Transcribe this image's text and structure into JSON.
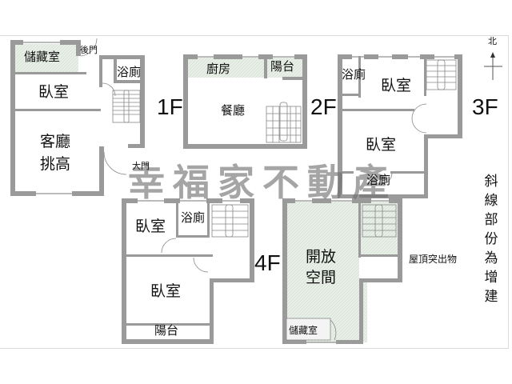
{
  "plan": {
    "watermark": "幸福家不動產",
    "north_label": "北",
    "legend_note": "斜線部份為增建",
    "floors": {
      "f1": {
        "label": "1F",
        "rooms": {
          "storage": "儲藏室",
          "back_door": "後門",
          "bathroom": "浴廁",
          "bedroom": "臥室",
          "living_line1": "客廳",
          "living_line2": "挑高",
          "main_door": "大門"
        }
      },
      "f2": {
        "label": "2F",
        "rooms": {
          "kitchen": "廚房",
          "balcony": "陽台",
          "dining": "餐廳"
        }
      },
      "f3": {
        "label": "3F",
        "rooms": {
          "bathroom_top": "浴廁",
          "bedroom_top": "臥室",
          "bedroom_main": "臥室",
          "bathroom_bottom": "浴廁"
        }
      },
      "f4": {
        "label": "4F",
        "rooms": {
          "bedroom_top": "臥室",
          "bathroom": "浴廁",
          "bedroom_main": "臥室",
          "balcony": "陽台"
        }
      },
      "roof": {
        "label": "屋頂突出物",
        "rooms": {
          "open_line1": "開放",
          "open_line2": "空間",
          "storage": "儲藏室"
        }
      }
    },
    "colors": {
      "wall": "#9a9a9a",
      "wall_dark": "#7f7f7f",
      "addition_fill": "#e6efe6",
      "text": "#111111"
    }
  }
}
